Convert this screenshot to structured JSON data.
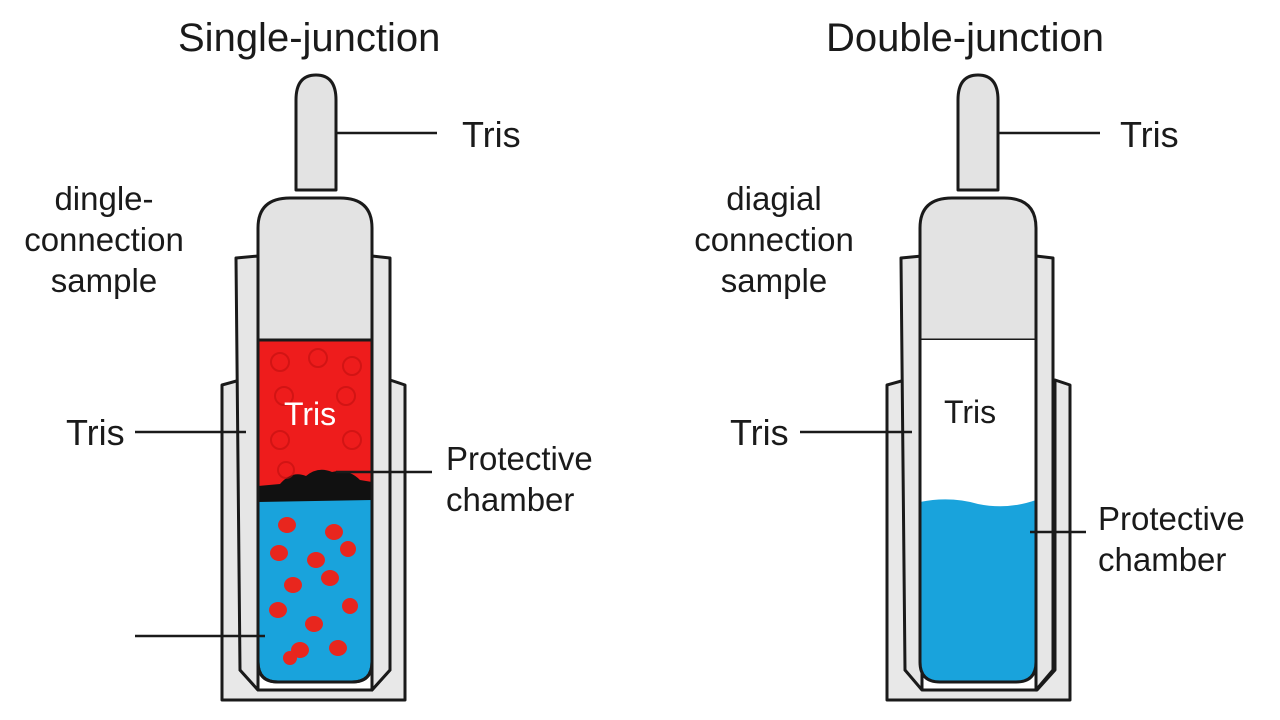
{
  "single": {
    "title": "Single-junction",
    "tris_top": "Tris",
    "sample": [
      "dingle-",
      "connection",
      "sample"
    ],
    "tris_left": "Tris",
    "tris_inner": "Tris",
    "protective": [
      "Protective",
      "chamber"
    ]
  },
  "double": {
    "title": "Double-junction",
    "tris_top": "Tris",
    "sample": [
      "diagial",
      "connection",
      "sample"
    ],
    "tris_left": "Tris",
    "tris_inner": "Tris",
    "protective": [
      "Protective",
      "chamber"
    ]
  },
  "colors": {
    "outline": "#1a1a1a",
    "tube_gray": "#e3e3e3",
    "fill_red": "#ee1c1c",
    "fill_blue": "#19a3dc",
    "bead_red": "#e8261e",
    "sediment_black": "#111111"
  }
}
